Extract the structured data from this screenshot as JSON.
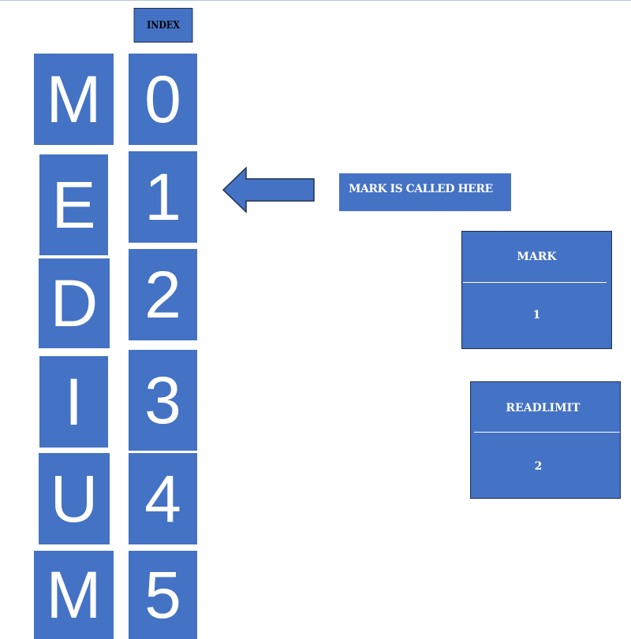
{
  "index_header": "INDEX",
  "letters": [
    "M",
    "E",
    "D",
    "I",
    "U",
    "M"
  ],
  "indices": [
    "0",
    "1",
    "2",
    "3",
    "4",
    "5"
  ],
  "callout": "MARK IS CALLED HERE",
  "mark_box": {
    "label": "MARK",
    "value": "1"
  },
  "readlimit_box": {
    "label": "READLIMIT",
    "value": "2"
  },
  "colors": {
    "box_fill": "#4472c4",
    "box_border": "#1f2f4f",
    "text": "#ffffff"
  },
  "icons": {
    "pointer": "left-arrow-icon"
  }
}
